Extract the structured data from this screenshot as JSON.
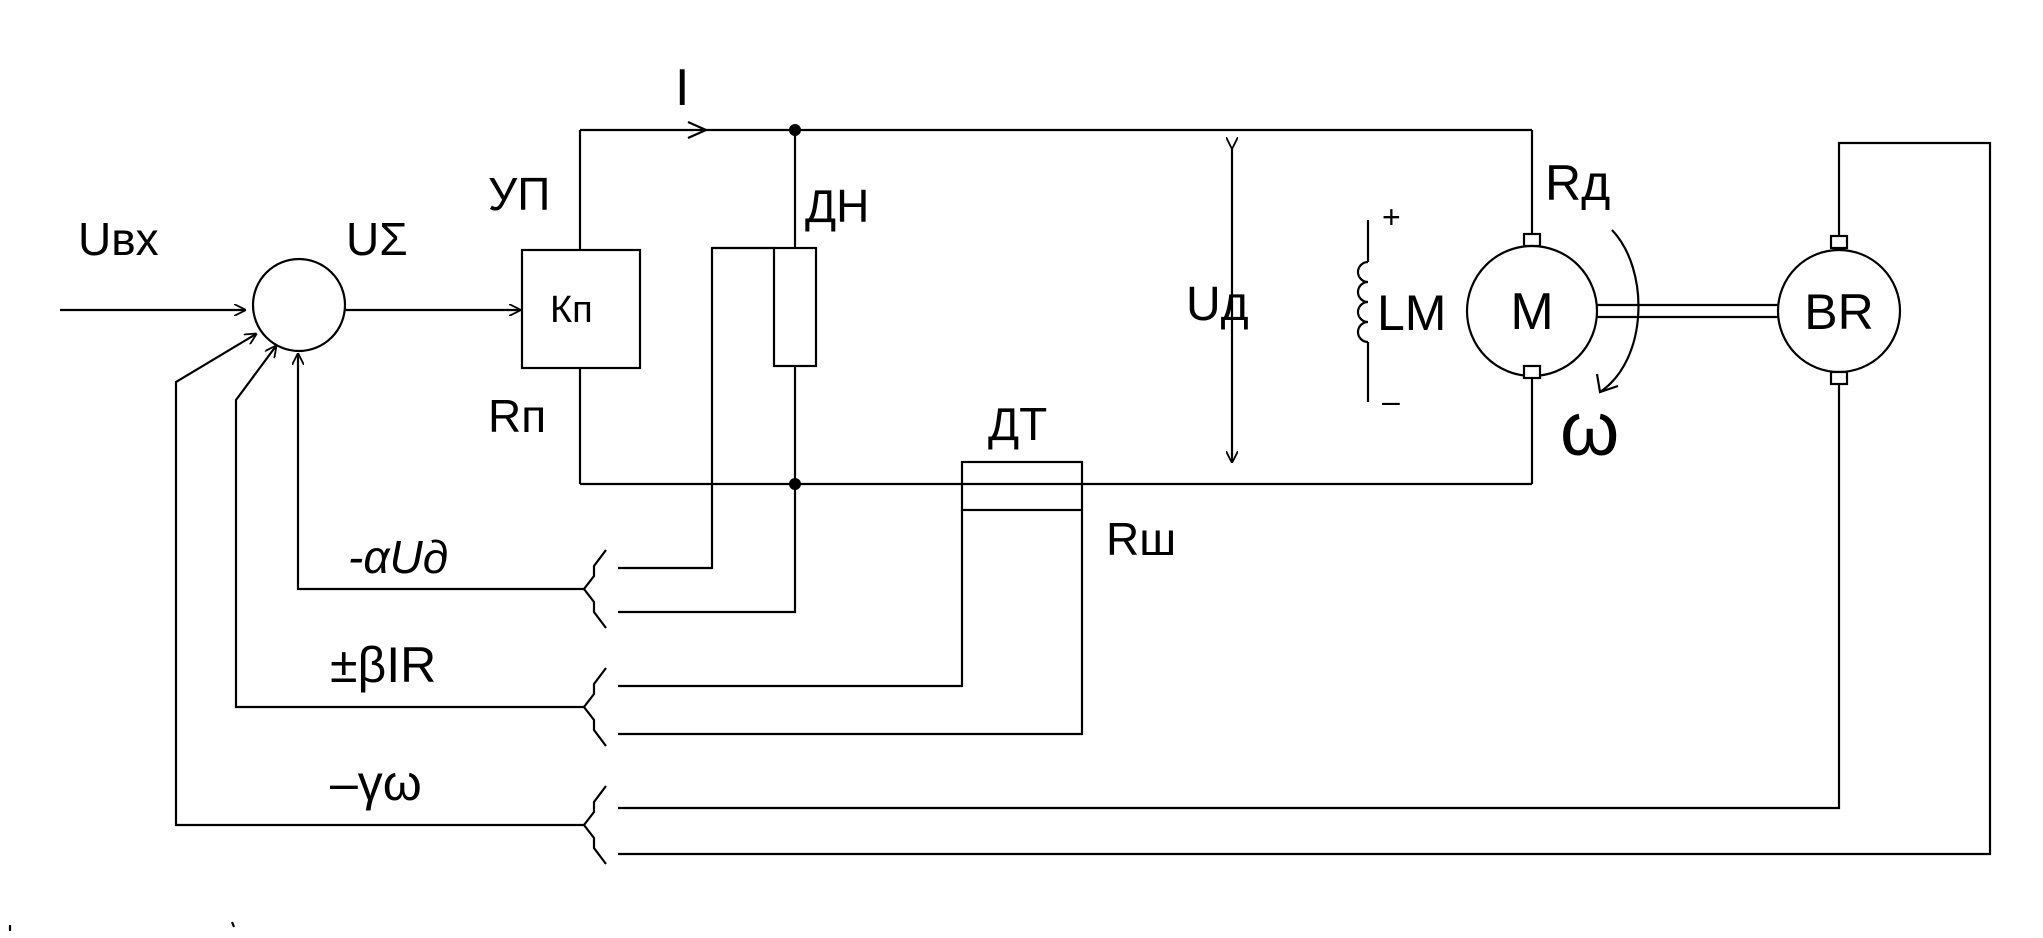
{
  "labels": {
    "u_in": "Uвх",
    "u_sum": "UΣ",
    "current": "I",
    "converter_top": "УП",
    "converter_gain": "Кп",
    "converter_res": "Rп",
    "voltage_sensor": "ДН",
    "current_sensor": "ДТ",
    "shunt_res": "Rш",
    "motor_voltage": "Uд",
    "field_winding": "LM",
    "plus": "+",
    "minus": "–",
    "motor": "M",
    "motor_res": "Rд",
    "omega": "ω",
    "tacho": "BR",
    "fb_voltage": "-αUд",
    "fb_current": "±βIR",
    "fb_speed": "–γω"
  },
  "colors": {
    "line": "#000000",
    "background": "#ffffff"
  }
}
